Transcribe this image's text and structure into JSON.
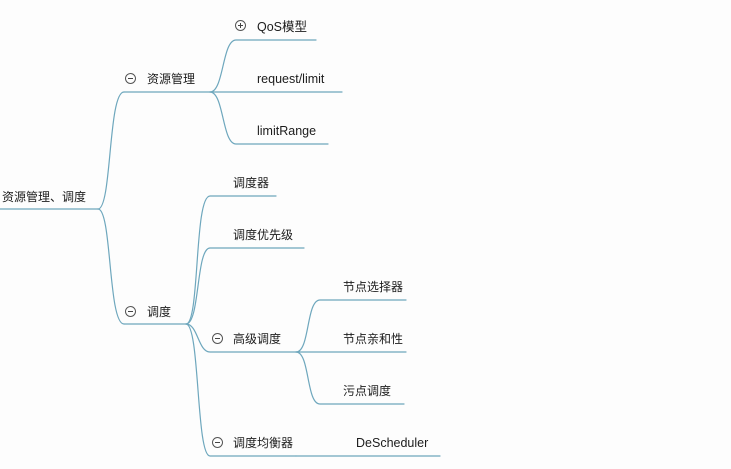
{
  "colors": {
    "connector": "#6ea7bd",
    "text": "#1c1c1c",
    "background": "#fdfdfd"
  },
  "mindmap": {
    "root": "资源管理、调度",
    "branches": [
      {
        "label": "资源管理",
        "toggle": "collapse",
        "children": [
          {
            "label": "QoS模型",
            "toggle": "expand"
          },
          {
            "label": "request/limit"
          },
          {
            "label": "limitRange"
          }
        ]
      },
      {
        "label": "调度",
        "toggle": "collapse",
        "children": [
          {
            "label": "调度器"
          },
          {
            "label": "调度优先级"
          },
          {
            "label": "高级调度",
            "toggle": "collapse",
            "children": [
              {
                "label": "节点选择器"
              },
              {
                "label": "节点亲和性"
              },
              {
                "label": "污点调度"
              }
            ]
          },
          {
            "label": "调度均衡器",
            "toggle": "collapse",
            "children": [
              {
                "label": "DeScheduler"
              }
            ]
          }
        ]
      }
    ]
  }
}
